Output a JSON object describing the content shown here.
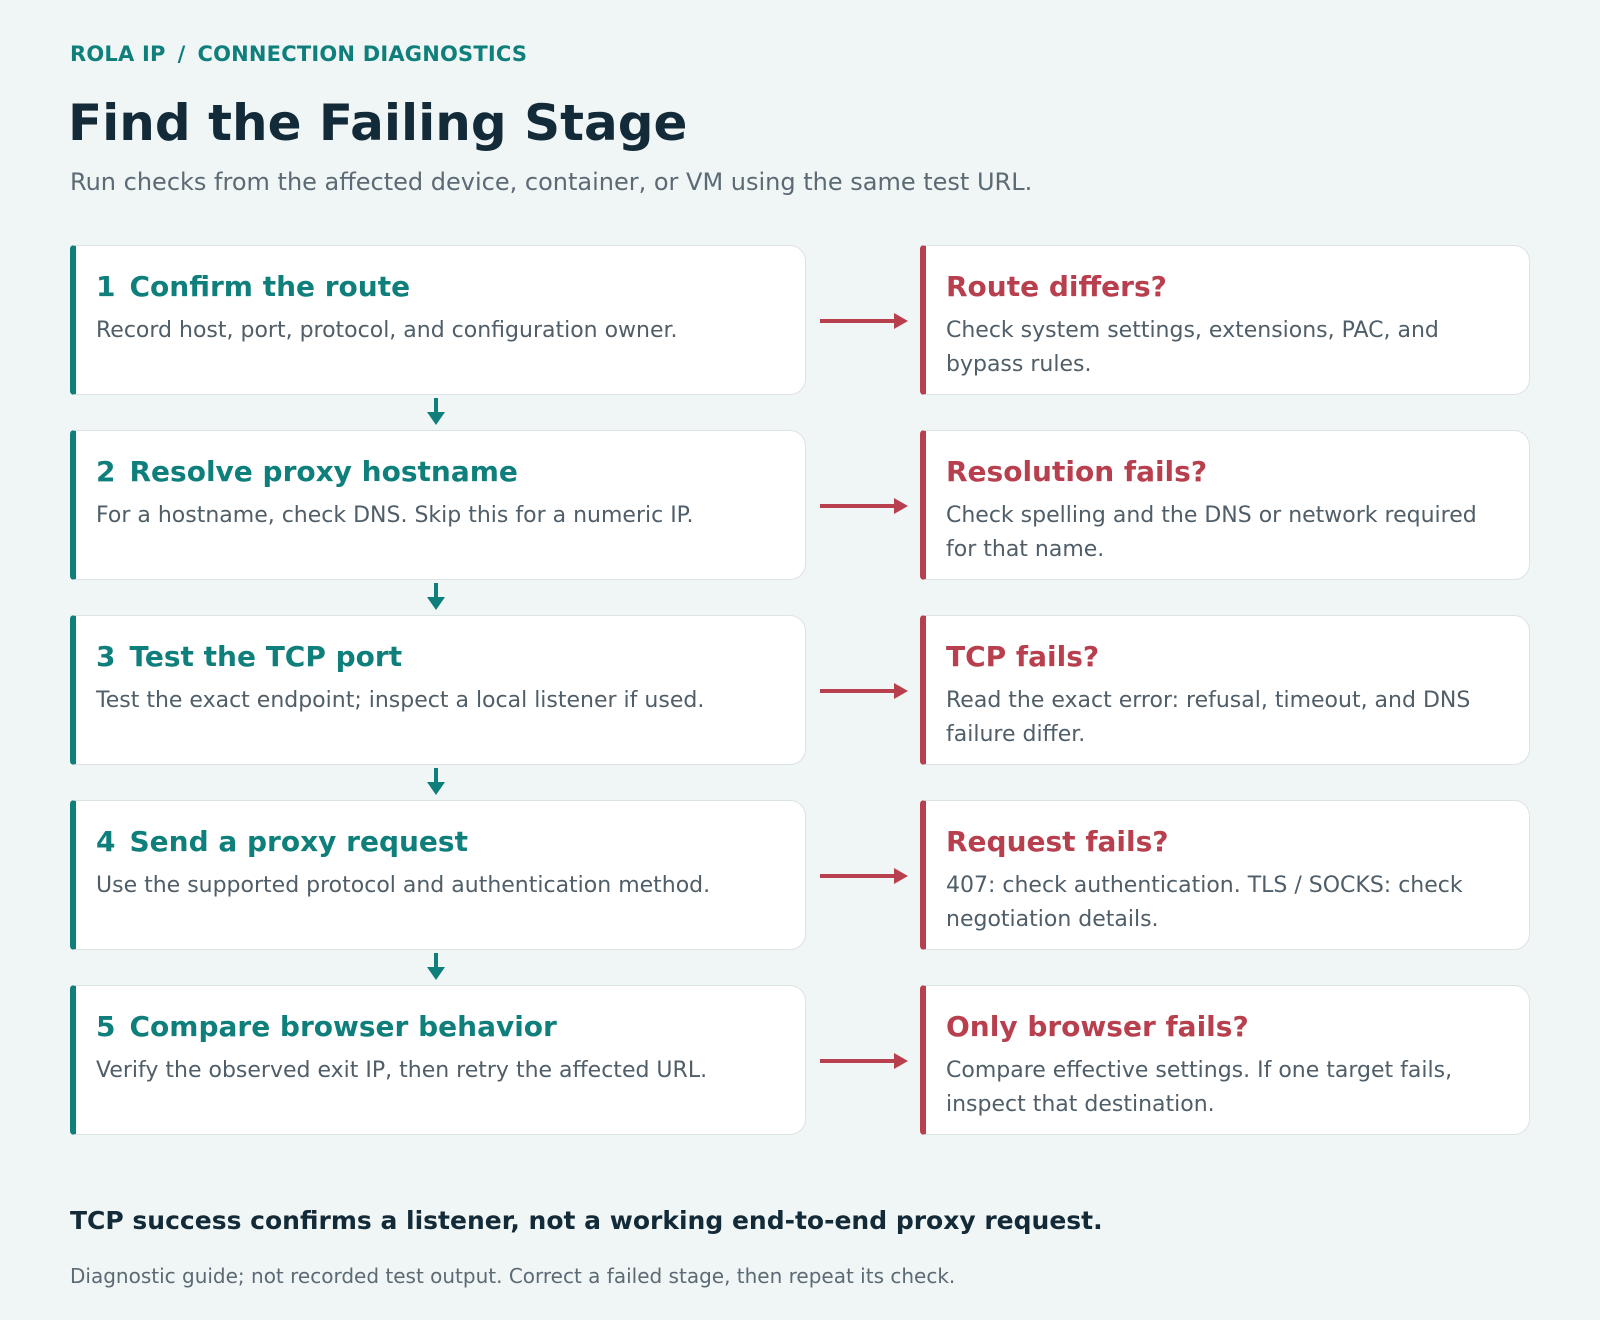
{
  "breadcrumb": {
    "brand": "ROLA IP",
    "separator": "/",
    "section": "CONNECTION DIAGNOSTICS"
  },
  "title": "Find the Failing Stage",
  "subtitle": "Run checks from the affected device, container, or VM using the same test URL.",
  "colors": {
    "step_accent": "#0f7f7c",
    "failure_accent": "#b8404e",
    "background": "#f0f5f5"
  },
  "steps": [
    {
      "number": "1",
      "title": "Confirm the route",
      "description": "Record host, port, protocol, and configuration owner.",
      "failure_title": "Route differs?",
      "failure_description": "Check system settings, extensions, PAC, and bypass rules."
    },
    {
      "number": "2",
      "title": "Resolve proxy hostname",
      "description": "For a hostname, check DNS. Skip this for a numeric IP.",
      "failure_title": "Resolution fails?",
      "failure_description": "Check spelling and the DNS or network required for that name."
    },
    {
      "number": "3",
      "title": "Test the TCP port",
      "description": "Test the exact endpoint; inspect a local listener if used.",
      "failure_title": "TCP fails?",
      "failure_description": "Read the exact error: refusal, timeout, and DNS failure differ."
    },
    {
      "number": "4",
      "title": "Send a proxy request",
      "description": "Use the supported protocol and authentication method.",
      "failure_title": "Request fails?",
      "failure_description": "407: check authentication. TLS / SOCKS: check negotiation details."
    },
    {
      "number": "5",
      "title": "Compare browser behavior",
      "description": "Verify the observed exit IP, then retry the affected URL.",
      "failure_title": "Only browser fails?",
      "failure_description": "Compare effective settings. If one target fails, inspect that destination."
    }
  ],
  "footnote": "TCP success confirms a listener, not a working end-to-end proxy request.",
  "caption": "Diagnostic guide; not recorded test output. Correct a failed stage, then repeat its check."
}
